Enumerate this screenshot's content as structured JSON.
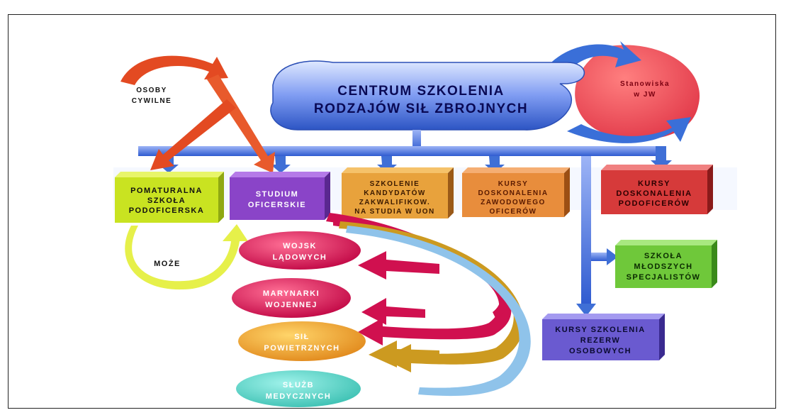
{
  "title": {
    "line1": "CENTRUM SZKOLENIA",
    "line2": "RODZAJÓW SIŁ ZBROJNYCH"
  },
  "civilians": {
    "line1": "OSOBY",
    "line2": "CYWILNE"
  },
  "posts": {
    "line1": "Stanowiska",
    "line2": "w JW"
  },
  "may": "MOŻE",
  "boxes": {
    "pomaturalna": [
      "POMATURALNA",
      "SZKOŁA",
      "PODOFICERSKA"
    ],
    "studium": [
      "STUDIUM",
      "OFICERSKIE"
    ],
    "szkolenie": [
      "SZKOLENIE",
      "KANDYDATÓW",
      "ZAKWALIFIKOW.",
      "NA STUDIA W UON"
    ],
    "kursy_zaw": [
      "KURSY",
      "DOSKONALENIA",
      "ZAWODOWEGO",
      "OFICERÓW"
    ],
    "kursy_pod": [
      "KURSY",
      "DOSKONALENIA",
      "PODOFICERÓW"
    ],
    "mlodszych": [
      "SZKOŁA",
      "MŁODSZYCH",
      "SPECJALISTÓW"
    ],
    "rezerw": [
      "KURSY SZKOLENIA",
      "REZERW",
      "OSOBOWYCH"
    ]
  },
  "ellipses": {
    "ladowych": [
      "WOJSK",
      "LĄDOWYCH"
    ],
    "marynarki": [
      "MARYNARKI",
      "WOJENNEJ"
    ],
    "powietrznych": [
      "SIŁ",
      "POWIETRZNYCH"
    ],
    "medycznych": [
      "SŁUŻB",
      "MEDYCZNYCH"
    ]
  },
  "colors": {
    "blue_bar": "#3f6fd6",
    "green_box": "#c9e321",
    "purple_box": "#8a44c8",
    "orange_box": "#e88d3c",
    "red_box": "#d63a3a",
    "green2_box": "#6fc83a",
    "purple2_box": "#6a5ad0",
    "crimson": "#d0104f",
    "gold": "#cc9a20",
    "teal": "#3ec7b9",
    "red_arrow": "#e04a20"
  }
}
